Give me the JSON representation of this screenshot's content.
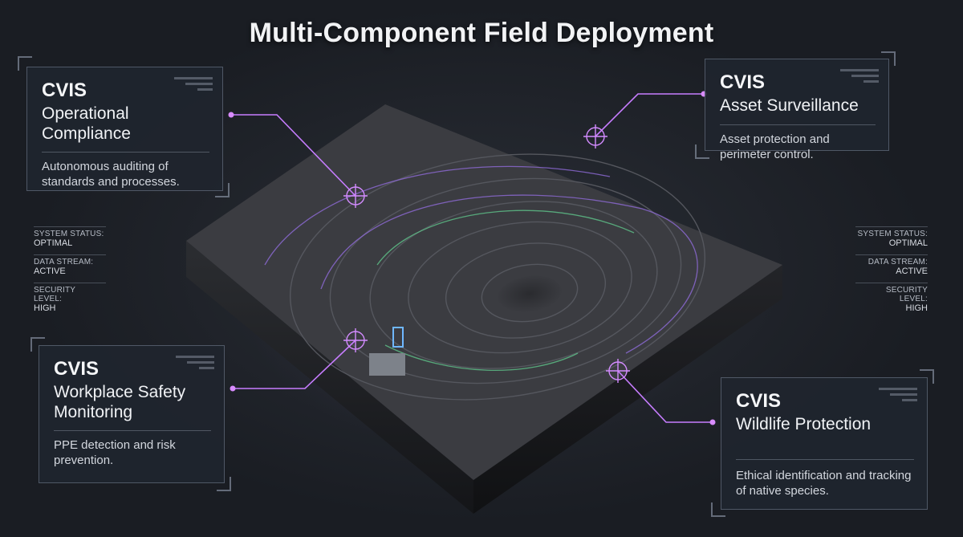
{
  "title": "Multi-Component Field Deployment",
  "colors": {
    "accent": "#c77dff",
    "panel_bg": "#20252e",
    "text": "#e8eaee"
  },
  "panels": {
    "compliance": {
      "brand": "CVIS",
      "heading": "Operational Compliance",
      "desc": "Autonomous auditing of standards and processes."
    },
    "asset": {
      "brand": "CVIS",
      "heading": "Asset Surveillance",
      "desc": "Asset protection and perimeter control."
    },
    "safety": {
      "brand": "CVIS",
      "heading": "Workplace Safety Monitoring",
      "desc": "PPE detection and risk prevention."
    },
    "wildlife": {
      "brand": "CVIS",
      "heading": "Wildlife Protection",
      "desc": "Ethical identification and tracking of native species."
    }
  },
  "status_left": [
    {
      "label": "SYSTEM STATUS:",
      "value": "OPTIMAL"
    },
    {
      "label": "DATA STREAM:",
      "value": "ACTIVE"
    },
    {
      "label": "SECURITY LEVEL:",
      "value": "HIGH"
    }
  ],
  "status_right": [
    {
      "label": "SYSTEM STATUS:",
      "value": "OPTIMAL"
    },
    {
      "label": "DATA STREAM:",
      "value": "ACTIVE"
    },
    {
      "label": "SECURITY LEVEL:",
      "value": "HIGH"
    }
  ]
}
